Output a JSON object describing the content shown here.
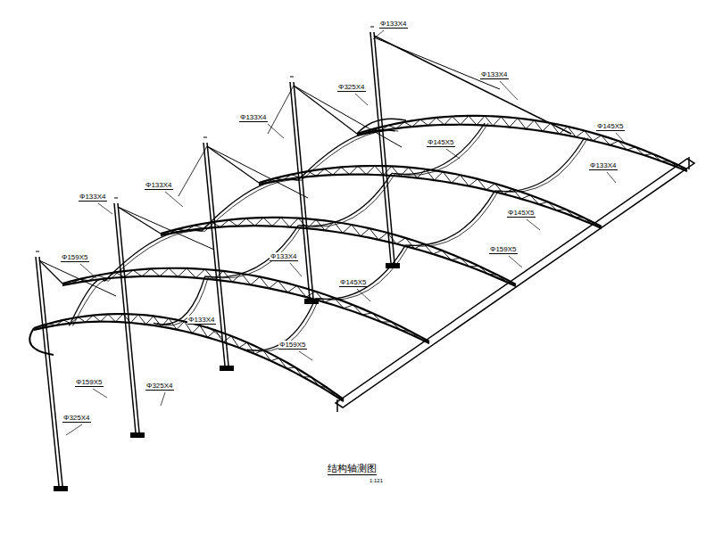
{
  "diagram": {
    "caption": "结构轴测图",
    "labels": [
      "Φ133X4",
      "Φ325X4",
      "Φ133X4",
      "Φ133X4",
      "Φ145X5",
      "Φ145X5",
      "Φ133X4",
      "Φ133X4",
      "Φ145X5",
      "Φ133X4",
      "Φ159X5",
      "Φ159X5",
      "Φ133X4",
      "Φ145X5",
      "Φ133X4",
      "Φ159X5",
      "Φ159X5",
      "Φ325X4",
      "Φ325X4",
      "1:121"
    ]
  }
}
